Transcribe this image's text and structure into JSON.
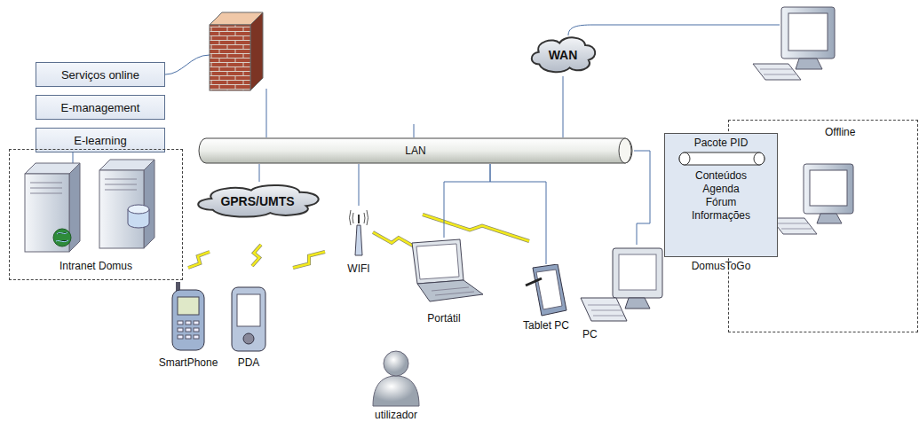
{
  "diagram": {
    "nodes": [
      {
        "text": [
          "Serviços online"
        ]
      },
      {
        "text": [
          "E-management"
        ]
      },
      {
        "text": [
          "E-learning"
        ]
      },
      {
        "text": [
          "Intranet Domus"
        ]
      },
      {
        "text": [
          "WAN"
        ]
      },
      {
        "text": [
          "LAN"
        ]
      },
      {
        "text": [
          "Offline"
        ]
      },
      {
        "text": [
          "Pacote PID",
          "Conteúdos Agenda Fórum Informações",
          "DomusToGo"
        ]
      },
      {
        "text": [
          "GPRS/UMTS"
        ]
      },
      {
        "text": [
          "WIFI"
        ]
      },
      {
        "text": [
          "Portátil"
        ]
      },
      {
        "text": [
          "Tablet PC"
        ]
      },
      {
        "text": [
          "PC"
        ]
      },
      {
        "text": [
          "SmartPhone"
        ]
      },
      {
        "text": [
          "PDA"
        ]
      }
    ],
    "edges": [
      {
        "from": 5,
        "to": 4,
        "arrow": "none"
      },
      {
        "from": 5,
        "to": 8,
        "arrow": "none"
      },
      {
        "from": 5,
        "to": 9,
        "arrow": "none"
      },
      {
        "from": 5,
        "to": 10,
        "arrow": "none"
      },
      {
        "from": 5,
        "to": 11,
        "arrow": "none"
      },
      {
        "from": 5,
        "to": 12,
        "arrow": "none"
      }
    ],
    "labels": [
      "utilizador"
    ]
  }
}
